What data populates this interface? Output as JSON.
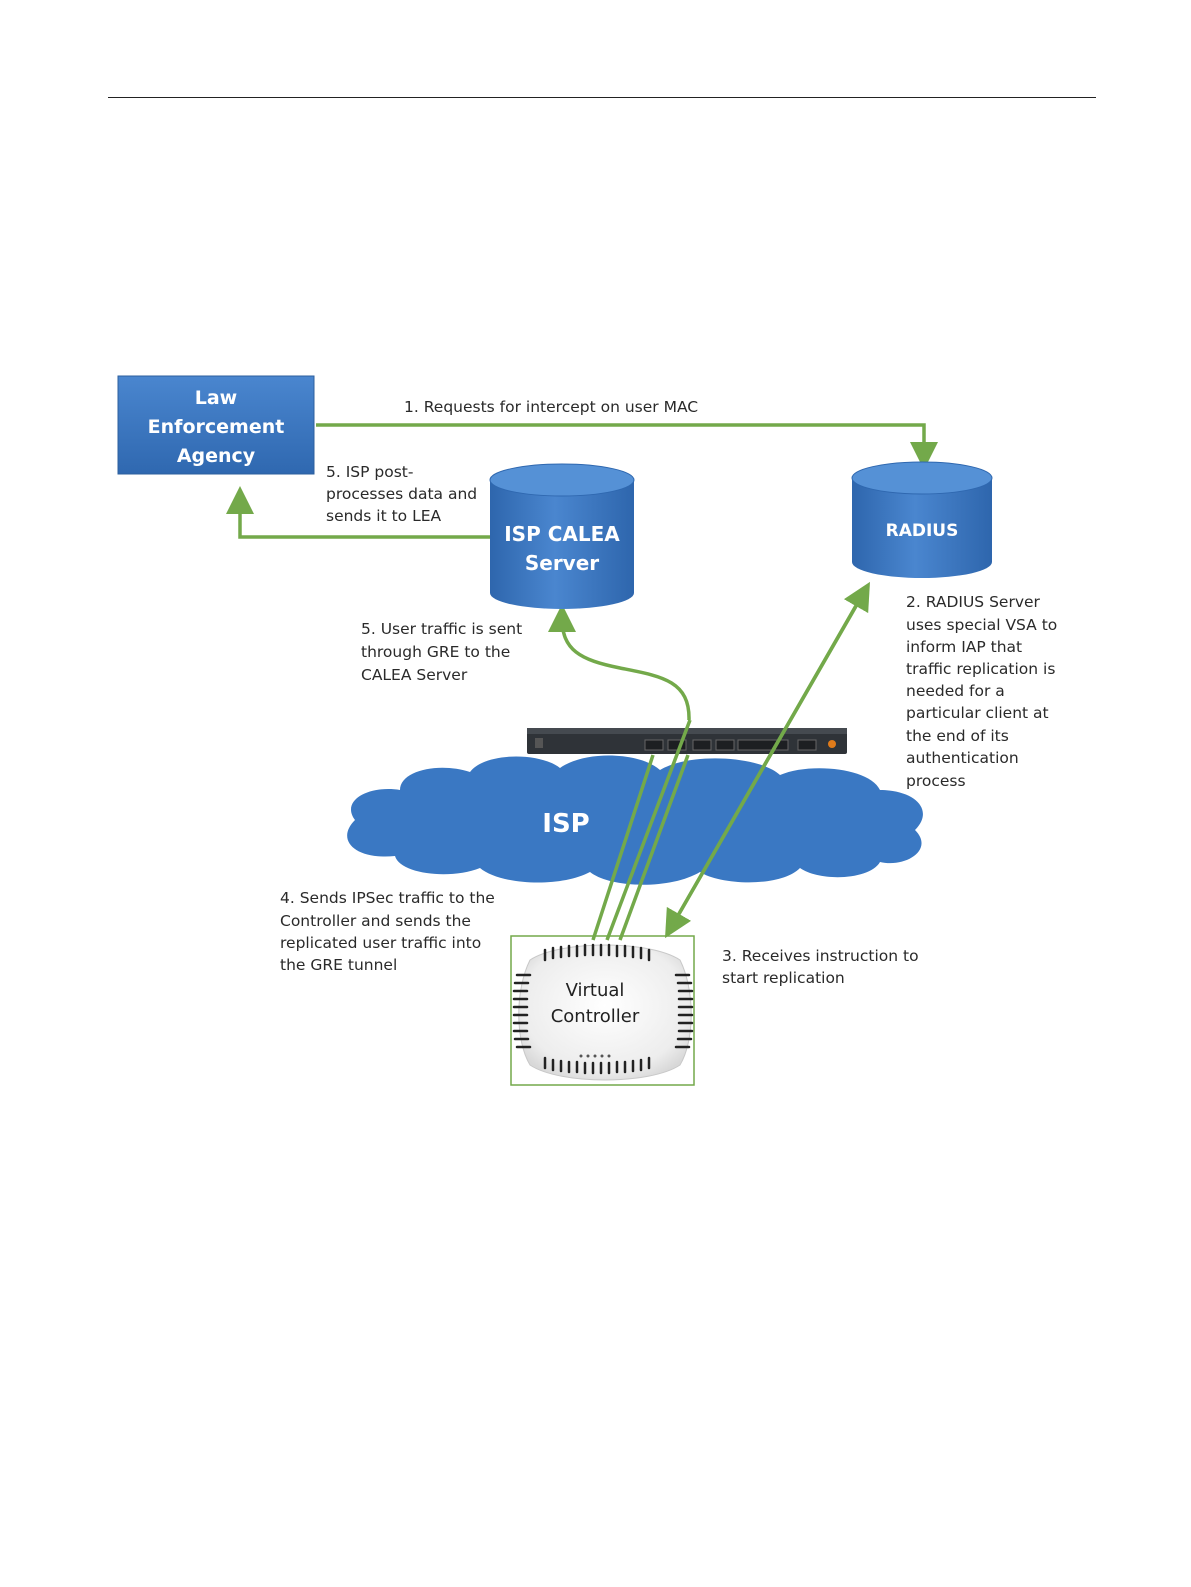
{
  "nodes": {
    "lea": [
      "Law",
      "Enforcement",
      "Agency"
    ],
    "calea": [
      "ISP CALEA",
      "Server"
    ],
    "radius": "RADIUS",
    "isp": "ISP",
    "vc": [
      "Virtual",
      "Controller"
    ]
  },
  "notes": {
    "step1": [
      "1. Requests for intercept on user MAC"
    ],
    "step5_post": [
      "5. ISP post-",
      "processes data and",
      "sends it to LEA"
    ],
    "step5_traffic": [
      "5. User traffic is sent",
      "through GRE to the",
      "CALEA Server"
    ],
    "step2": [
      "2.  RADIUS Server",
      "uses special VSA to",
      "inform IAP that",
      "traffic replication is",
      "needed for a",
      "particular client at",
      "the end of its",
      "authentication",
      "process"
    ],
    "step4": [
      "4. Sends IPSec traffic to the",
      "Controller and  sends  the",
      "replicated  user traffic into",
      "the GRE tunnel"
    ],
    "step3": [
      "3. Receives instruction to",
      "start replication"
    ]
  },
  "colors": {
    "node_blue": "#3a78c3",
    "node_blue_dark": "#2c5f9e",
    "arrow_green": "#73a94a",
    "device_gray": "#2f3338"
  }
}
